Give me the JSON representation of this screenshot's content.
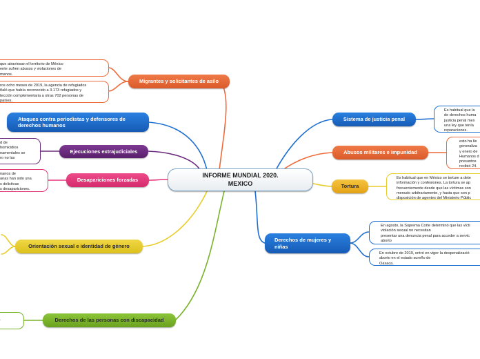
{
  "central": {
    "title": "INFORME MUNDIAL 2020.\nMEXICO"
  },
  "colors": {
    "orange": "#ee6a3a",
    "blue": "#1f6fd1",
    "purple": "#6b2a7e",
    "pink": "#e3367a",
    "yellow": "#e8cc2a",
    "green": "#78b22a",
    "gold": "#efb120"
  },
  "topics": {
    "migrantes": {
      "label": "Migrantes y solicitantes de asilo",
      "leaves": [
        "que atraviesan el territorio de México\nente sufren abusos y violaciones de\nmanos.",
        "ros ocho meses de 2019, la agencia de refugiados\nñaló que había reconocido a 3.173 refugiados y\ntección complementaria a otras 702 personas de\npaíses."
      ]
    },
    "periodistas": {
      "label": "Ataques contra periodistas y defensores de derechos humanos"
    },
    "ejecuciones": {
      "label": "Ejecuciones extrajudiciales",
      "leaves": [
        "d de\nhomicidios\nnamentales se\nro no las"
      ]
    },
    "desapariciones": {
      "label": "Desapariciones forzadas",
      "leaves": [
        "nanos de\nanas han sido una\ns delictivas\ns desapariciones."
      ]
    },
    "orientacion": {
      "label": "Orientación sexual e identidad de género"
    },
    "discapacidad": {
      "label": "Derechos de las personas con discapacidad",
      "leaves": [
        "."
      ]
    },
    "justicia": {
      "label": "Sistema de justicia penal",
      "leaves": [
        "Es habitual que la\nde derechos huma\njusticia penal mex\nuna ley que tenía\nreparaciones."
      ]
    },
    "abusos": {
      "label": "Abusos militares e impunidad",
      "leaves": [
        "esto ha lle\ngeneraliza\ny enero de\nHumanos d\npresuntos\nrecibió 24."
      ]
    },
    "tortura": {
      "label": "Tortura",
      "leaves": [
        "Es habitual que en México se torture a dete\ninformación y confesiones. La tortura se ap\nfrecuentemente desde que las víctimas son\nmenudo arbitrariamente, y hasta que son p\ndisposición de agentes del Ministerio Públic"
      ]
    },
    "mujeres": {
      "label": "Derechos de mujeres y niñas",
      "leaves": [
        "En agosto, la Suprema Corte determinó que las vícti\nviolación sexual no necesitan\npresentar una denuncia penal para acceder a servic\naborto",
        "En octubre de 2019, entró en vigor la despenalizació\naborto en el estado sureño de\nOaxaca."
      ]
    }
  }
}
